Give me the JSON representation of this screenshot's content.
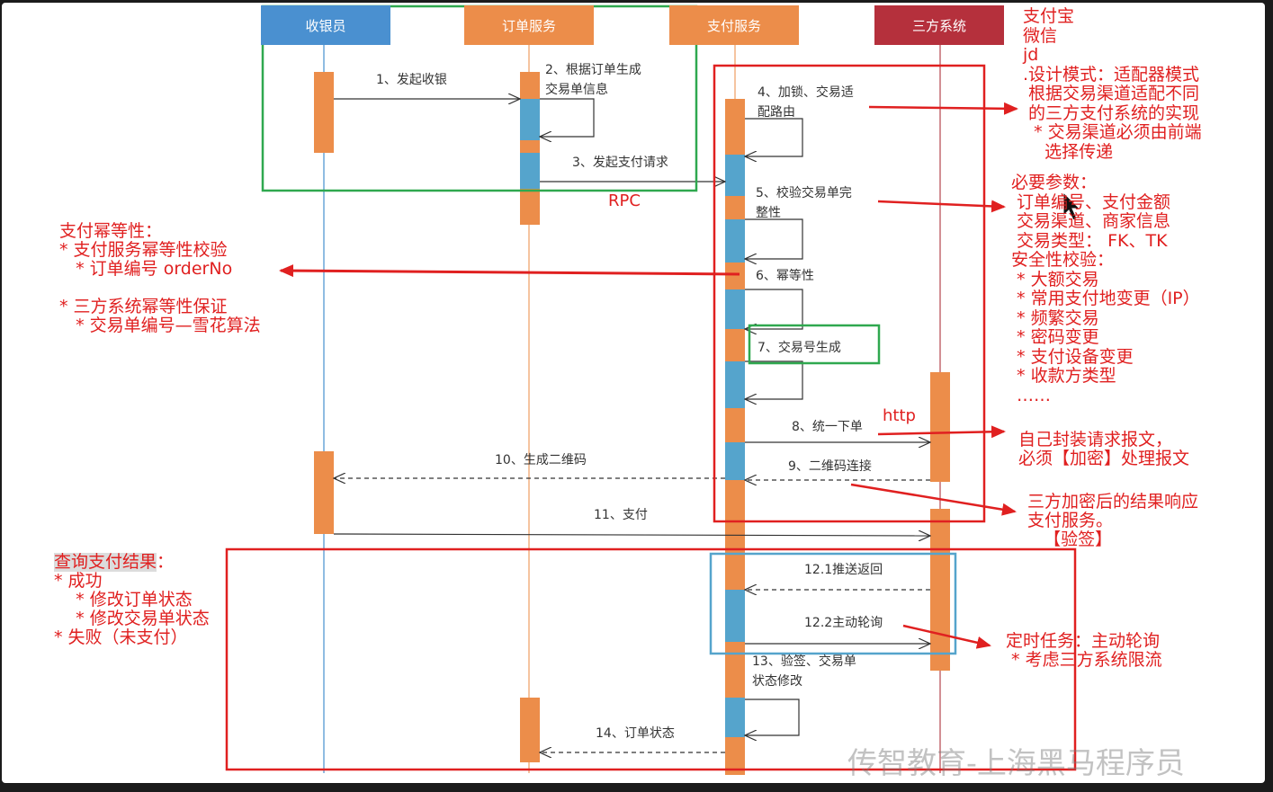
{
  "participants": [
    {
      "name": "收银员",
      "color": "#4a90d0"
    },
    {
      "name": "订单服务",
      "color": "#ec8d4a"
    },
    {
      "name": "支付服务",
      "color": "#ec8d4a"
    },
    {
      "name": "三方系统",
      "color": "#b5303c"
    }
  ],
  "messages": {
    "m1": "1、发起收银",
    "m2": "2、根据订单生成\n交易单信息",
    "m3": "3、发起支付请求",
    "rpc": "RPC",
    "m4": "4、加锁、交易适\n配路由",
    "m5": "5、校验交易单完\n整性",
    "m6": "6、幂等性",
    "m7": "7、交易号生成",
    "m8": "8、统一下单",
    "http": "http",
    "m9": "9、二维码连接",
    "m10": "10、生成二维码",
    "m11": "11、支付",
    "m12_1": "12.1推送返回",
    "m12_2": "12.2主动轮询",
    "m13": "13、验签、交易单\n状态修改",
    "m14": "14、订单状态"
  },
  "notes": {
    "channels": "支付宝\n微信\njd\n.设计模式：适配器模式\n 根据交易渠道适配不同\n 的三方支付系统的实现\n  * 交易渠道必须由前端\n    选择传递",
    "params": "必要参数：\n 订单编号、支付金额\n 交易渠道、商家信息\n 交易类型： FK、TK\n安全性校验：\n * 大额交易\n * 常用支付地变更（IP）\n * 频繁交易\n * 密码变更\n * 支付设备变更\n * 收款方类型\n ……",
    "idempotency": "支付幂等性：\n* 支付服务幂等性校验\n   * 订单编号 orderNo\n\n* 三方系统幂等性保证\n   * 交易单编号—雪花算法",
    "encrypt": "自己封装请求报文，\n必须【加密】处理报文",
    "verify": "三方加密后的结果响应\n支付服务。\n   【验签】",
    "query_title": "查询支付结果",
    "query_body": "：\n* 成功\n    * 修改订单状态\n    * 修改交易单状态\n* 失败（未支付）",
    "polling": "定时任务：主动轮询\n * 考虑三方系统限流"
  },
  "watermark": "传智教育-上海黑马程序员"
}
